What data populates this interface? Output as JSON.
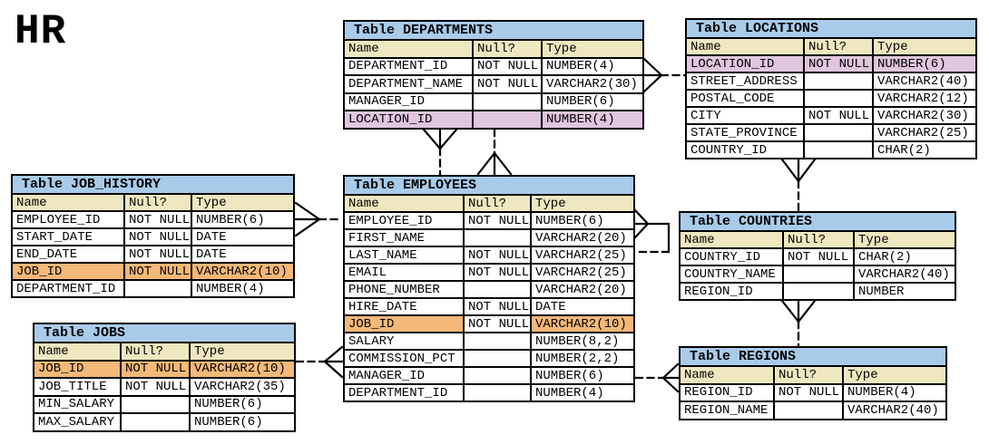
{
  "schema_title": "HR",
  "column_headers": [
    "Name",
    "Null?",
    "Type"
  ],
  "colors": {
    "table_title_bg": "#A9CBEA",
    "column_header_bg": "#EFE7C0",
    "pk_highlight_pink": "#E0C6DE",
    "fk_highlight_orange": "#F4B878",
    "border": "#000000",
    "background": "#FFFFFF"
  },
  "tables": {
    "departments": {
      "title": "Table DEPARTMENTS",
      "rows": [
        {
          "name": "DEPARTMENT_ID",
          "null": "NOT NULL",
          "type": "NUMBER(4)"
        },
        {
          "name": "DEPARTMENT_NAME",
          "null": "NOT NULL",
          "type": "VARCHAR2(30)"
        },
        {
          "name": "MANAGER_ID",
          "null": "",
          "type": "NUMBER(6)"
        },
        {
          "name": "LOCATION_ID",
          "null": "",
          "type": "NUMBER(4)",
          "hl": "pink"
        }
      ]
    },
    "locations": {
      "title": "Table LOCATIONS",
      "rows": [
        {
          "name": "LOCATION_ID",
          "null": "NOT NULL",
          "type": "NUMBER(6)",
          "hl": "pink"
        },
        {
          "name": "STREET_ADDRESS",
          "null": "",
          "type": "VARCHAR2(40)"
        },
        {
          "name": "POSTAL_CODE",
          "null": "",
          "type": "VARCHAR2(12)"
        },
        {
          "name": "CITY",
          "null": "NOT NULL",
          "type": "VARCHAR2(30)"
        },
        {
          "name": "STATE_PROVINCE",
          "null": "",
          "type": "VARCHAR2(25)"
        },
        {
          "name": "COUNTRY_ID",
          "null": "",
          "type": "CHAR(2)"
        }
      ]
    },
    "job_history": {
      "title": "Table JOB_HISTORY",
      "rows": [
        {
          "name": "EMPLOYEE_ID",
          "null": "NOT NULL",
          "type": "NUMBER(6)"
        },
        {
          "name": "START_DATE",
          "null": "NOT NULL",
          "type": "DATE"
        },
        {
          "name": "END_DATE",
          "null": "NOT NULL",
          "type": "DATE"
        },
        {
          "name": "JOB_ID",
          "null": "NOT NULL",
          "type": "VARCHAR2(10)",
          "hl": "orange"
        },
        {
          "name": "DEPARTMENT_ID",
          "null": "",
          "type": "NUMBER(4)"
        }
      ]
    },
    "employees": {
      "title": "Table EMPLOYEES",
      "rows": [
        {
          "name": "EMPLOYEE_ID",
          "null": "NOT NULL",
          "type": "NUMBER(6)"
        },
        {
          "name": "FIRST_NAME",
          "null": "",
          "type": "VARCHAR2(20)"
        },
        {
          "name": "LAST_NAME",
          "null": "NOT NULL",
          "type": "VARCHAR2(25)"
        },
        {
          "name": "EMAIL",
          "null": "NOT NULL",
          "type": "VARCHAR2(25)"
        },
        {
          "name": "PHONE_NUMBER",
          "null": "",
          "type": "VARCHAR2(20)"
        },
        {
          "name": "HIRE_DATE",
          "null": "NOT NULL",
          "type": "DATE"
        },
        {
          "name": "JOB_ID",
          "null": "NOT NULL",
          "type": "VARCHAR2(10)",
          "hl": "orange",
          "hl_cells": [
            1,
            0,
            1
          ]
        },
        {
          "name": "SALARY",
          "null": "",
          "type": "NUMBER(8,2)"
        },
        {
          "name": "COMMISSION_PCT",
          "null": "",
          "type": "NUMBER(2,2)"
        },
        {
          "name": "MANAGER_ID",
          "null": "",
          "type": "NUMBER(6)"
        },
        {
          "name": "DEPARTMENT_ID",
          "null": "",
          "type": "NUMBER(4)"
        }
      ]
    },
    "countries": {
      "title": "Table COUNTRIES",
      "rows": [
        {
          "name": "COUNTRY_ID",
          "null": "NOT NULL",
          "type": "CHAR(2)"
        },
        {
          "name": "COUNTRY_NAME",
          "null": "",
          "type": "VARCHAR2(40)"
        },
        {
          "name": "REGION_ID",
          "null": "",
          "type": "NUMBER"
        }
      ]
    },
    "jobs": {
      "title": "Table JOBS",
      "rows": [
        {
          "name": "JOB_ID",
          "null": "NOT NULL",
          "type": "VARCHAR2(10)",
          "hl": "orange"
        },
        {
          "name": "JOB_TITLE",
          "null": "NOT NULL",
          "type": "VARCHAR2(35)"
        },
        {
          "name": "MIN_SALARY",
          "null": "",
          "type": "NUMBER(6)"
        },
        {
          "name": "MAX_SALARY",
          "null": "",
          "type": "NUMBER(6)"
        }
      ]
    },
    "regions": {
      "title": "Table REGIONS",
      "rows": [
        {
          "name": "REGION_ID",
          "null": "NOT NULL",
          "type": "NUMBER(4)"
        },
        {
          "name": "REGION_NAME",
          "null": "",
          "type": "VARCHAR2(40)"
        }
      ]
    }
  },
  "relationships": [
    {
      "between": [
        "DEPARTMENTS",
        "LOCATIONS"
      ],
      "style": "dashed",
      "crow_foot_at": "DEPARTMENTS"
    },
    {
      "between": [
        "DEPARTMENTS",
        "EMPLOYEES"
      ],
      "style": "dashed",
      "crow_foot_at": "DEPARTMENTS"
    },
    {
      "between": [
        "EMPLOYEES",
        "DEPARTMENTS"
      ],
      "style": "dashed",
      "crow_foot_at": "EMPLOYEES"
    },
    {
      "between": [
        "LOCATIONS",
        "COUNTRIES"
      ],
      "style": "dashed",
      "crow_foot_at": "LOCATIONS"
    },
    {
      "between": [
        "COUNTRIES",
        "REGIONS"
      ],
      "style": "dashed",
      "crow_foot_at": "COUNTRIES"
    },
    {
      "between": [
        "JOB_HISTORY",
        "EMPLOYEES"
      ],
      "style": "dashed",
      "crow_foot_at": "JOB_HISTORY"
    },
    {
      "between": [
        "JOBS",
        "EMPLOYEES"
      ],
      "style": "dashed",
      "crow_foot_at": "EMPLOYEES"
    },
    {
      "between": [
        "EMPLOYEES",
        "EMPLOYEES"
      ],
      "style": "dashed",
      "crow_foot_at": "EMPLOYEES",
      "self": true
    },
    {
      "between": [
        "EMPLOYEES",
        "REGIONS"
      ],
      "style": "dashed",
      "crow_foot_at": "REGIONS"
    }
  ]
}
